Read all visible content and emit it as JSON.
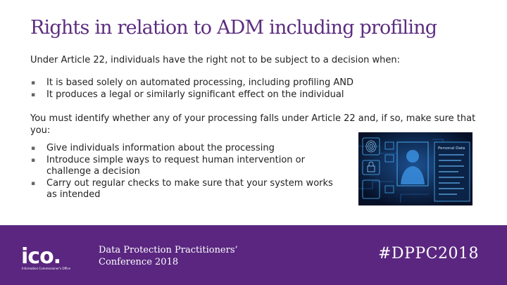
{
  "slide": {
    "title": "Rights in relation to ADM including profiling",
    "intro": "Under Article 22, individuals have the right not to be subject to a decision when:",
    "conditions": [
      "It is based solely on automated processing, including profiling AND",
      "It produces a legal or similarly significant effect on the individual"
    ],
    "paragraph2": "You must identify whether any of your processing falls under Article 22 and, if so, make sure that you:",
    "actions": [
      "Give individuals information about the processing",
      "Introduce simple ways to request human intervention or challenge a decision",
      "Carry out regular checks to make sure that your system works as intended"
    ],
    "bullet_glyph": "▪",
    "illustration_label": "Personal Data"
  },
  "footer": {
    "logo_text": "ico.",
    "logo_subtext": "Information Commissioner's Office",
    "conference_line1": "Data Protection Practitioners’",
    "conference_line2": "Conference 2018",
    "hashtag": "#DPPC2018"
  },
  "colors": {
    "title": "#5c2d80",
    "footer_bg": "#5a2680",
    "illustration_bg": "#061026",
    "illustration_accent": "#4fb6ff"
  }
}
